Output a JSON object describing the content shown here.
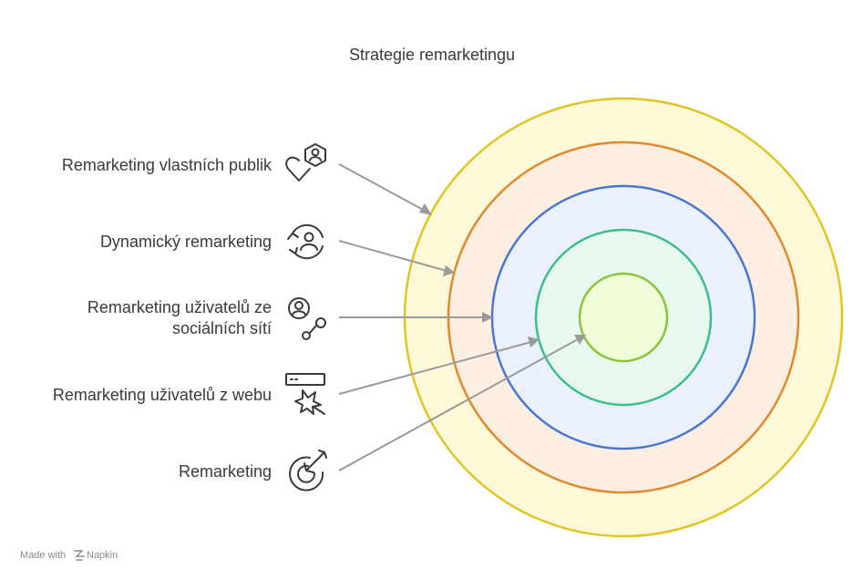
{
  "title": "Strategie remarketingu",
  "colors": {
    "ring1_fill": "#fdf8d8",
    "ring1_stroke": "#e0c624",
    "ring2_fill": "#fdeee2",
    "ring2_stroke": "#e08a2e",
    "ring3_fill": "#eaf1fc",
    "ring3_stroke": "#4a78d0",
    "ring4_fill": "#e8f8ee",
    "ring4_stroke": "#3cbf8a",
    "ring5_fill": "#f0fbd8",
    "ring5_stroke": "#8cc43c",
    "arrow": "#9a9a9a"
  },
  "items": [
    {
      "lines": [
        "Remarketing vlastních publik"
      ],
      "icon": "heart-user-icon"
    },
    {
      "lines": [
        "Dynamický remarketing"
      ],
      "icon": "refresh-user-icon"
    },
    {
      "lines": [
        "Remarketing uživatelů ze",
        "sociálních sítí"
      ],
      "icon": "social-share-user-icon"
    },
    {
      "lines": [
        "Remarketing uživatelů z webu"
      ],
      "icon": "web-click-icon"
    },
    {
      "lines": [
        "Remarketing"
      ],
      "icon": "target-arrow-icon"
    }
  ],
  "footer": {
    "made_with": "Made with",
    "brand": "Napkin"
  }
}
